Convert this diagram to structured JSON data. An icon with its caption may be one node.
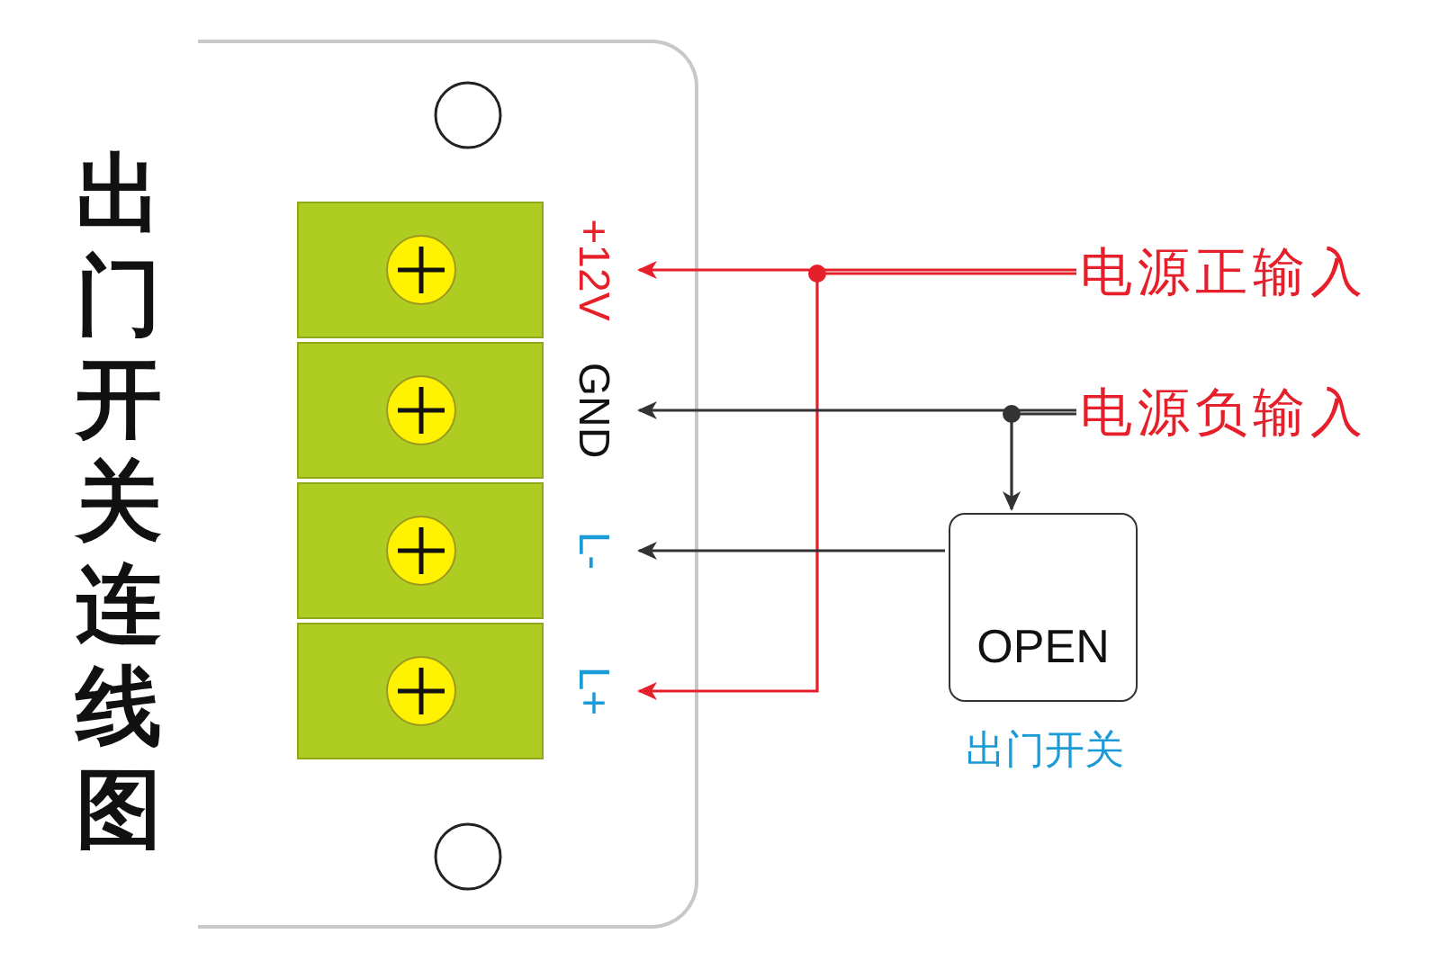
{
  "diagram": {
    "title": "出门开关连线图",
    "nodes": [
      {
        "text": [],
        "shape": "box"
      },
      {
        "text": [],
        "shape": "box",
        "in": 0,
        "beside": [
          "+12V"
        ]
      },
      {
        "text": [],
        "shape": "box",
        "in": 0,
        "beside": [
          "GND"
        ]
      },
      {
        "text": [],
        "shape": "box",
        "in": 0,
        "beside": [
          "L-"
        ]
      },
      {
        "text": [],
        "shape": "box",
        "in": 0,
        "beside": [
          "L+"
        ]
      },
      {
        "text": [
          "电源正输入"
        ]
      },
      {
        "text": [
          "电源负输入"
        ]
      },
      {
        "text": [
          "OPEN"
        ],
        "beside": [
          "出门开关"
        ]
      }
    ],
    "edges": [
      {
        "from": 5,
        "to": 1,
        "arrow": "to",
        "color": "#e5202a"
      },
      {
        "from": 5,
        "to": 4,
        "arrow": "to",
        "color": "#e5202a"
      },
      {
        "from": 6,
        "to": 2,
        "arrow": "to"
      },
      {
        "from": 6,
        "to": 7,
        "arrow": "to"
      },
      {
        "from": 7,
        "to": 3,
        "arrow": "to"
      }
    ]
  }
}
